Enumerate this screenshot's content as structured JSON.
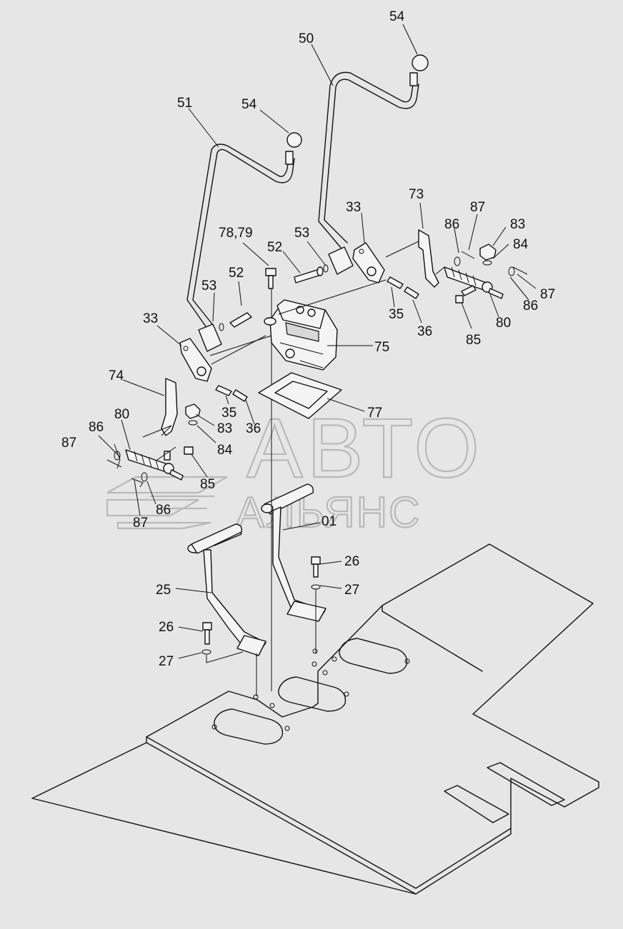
{
  "watermark": {
    "line1": "АВТО",
    "line2": "АЛЬЯНС"
  },
  "callouts": [
    {
      "id": "c54a",
      "text": "54"
    },
    {
      "id": "c50",
      "text": "50"
    },
    {
      "id": "c51",
      "text": "51"
    },
    {
      "id": "c54b",
      "text": "54"
    },
    {
      "id": "c73",
      "text": "73"
    },
    {
      "id": "c33a",
      "text": "33"
    },
    {
      "id": "c87a",
      "text": "87"
    },
    {
      "id": "c86a",
      "text": "86"
    },
    {
      "id": "c83a",
      "text": "83"
    },
    {
      "id": "c84a",
      "text": "84"
    },
    {
      "id": "c7879",
      "text": "78,79"
    },
    {
      "id": "c53a",
      "text": "53"
    },
    {
      "id": "c52a",
      "text": "52"
    },
    {
      "id": "c87b",
      "text": "87"
    },
    {
      "id": "c86b",
      "text": "86"
    },
    {
      "id": "c53b",
      "text": "53"
    },
    {
      "id": "c52b",
      "text": "52"
    },
    {
      "id": "c35a",
      "text": "35"
    },
    {
      "id": "c36a",
      "text": "36"
    },
    {
      "id": "c80a",
      "text": "80"
    },
    {
      "id": "c85a",
      "text": "85"
    },
    {
      "id": "c33b",
      "text": "33"
    },
    {
      "id": "c75",
      "text": "75"
    },
    {
      "id": "c74",
      "text": "74"
    },
    {
      "id": "c77",
      "text": "77"
    },
    {
      "id": "c80b",
      "text": "80"
    },
    {
      "id": "c35b",
      "text": "35"
    },
    {
      "id": "c36b",
      "text": "36"
    },
    {
      "id": "c86c",
      "text": "86"
    },
    {
      "id": "c83b",
      "text": "83"
    },
    {
      "id": "c87c",
      "text": "87"
    },
    {
      "id": "c84b",
      "text": "84"
    },
    {
      "id": "c85b",
      "text": "85"
    },
    {
      "id": "c86d",
      "text": "86"
    },
    {
      "id": "c87d",
      "text": "87"
    },
    {
      "id": "c01",
      "text": "01"
    },
    {
      "id": "c26a",
      "text": "26"
    },
    {
      "id": "c27a",
      "text": "27"
    },
    {
      "id": "c25",
      "text": "25"
    },
    {
      "id": "c26b",
      "text": "26"
    },
    {
      "id": "c27b",
      "text": "27"
    }
  ]
}
